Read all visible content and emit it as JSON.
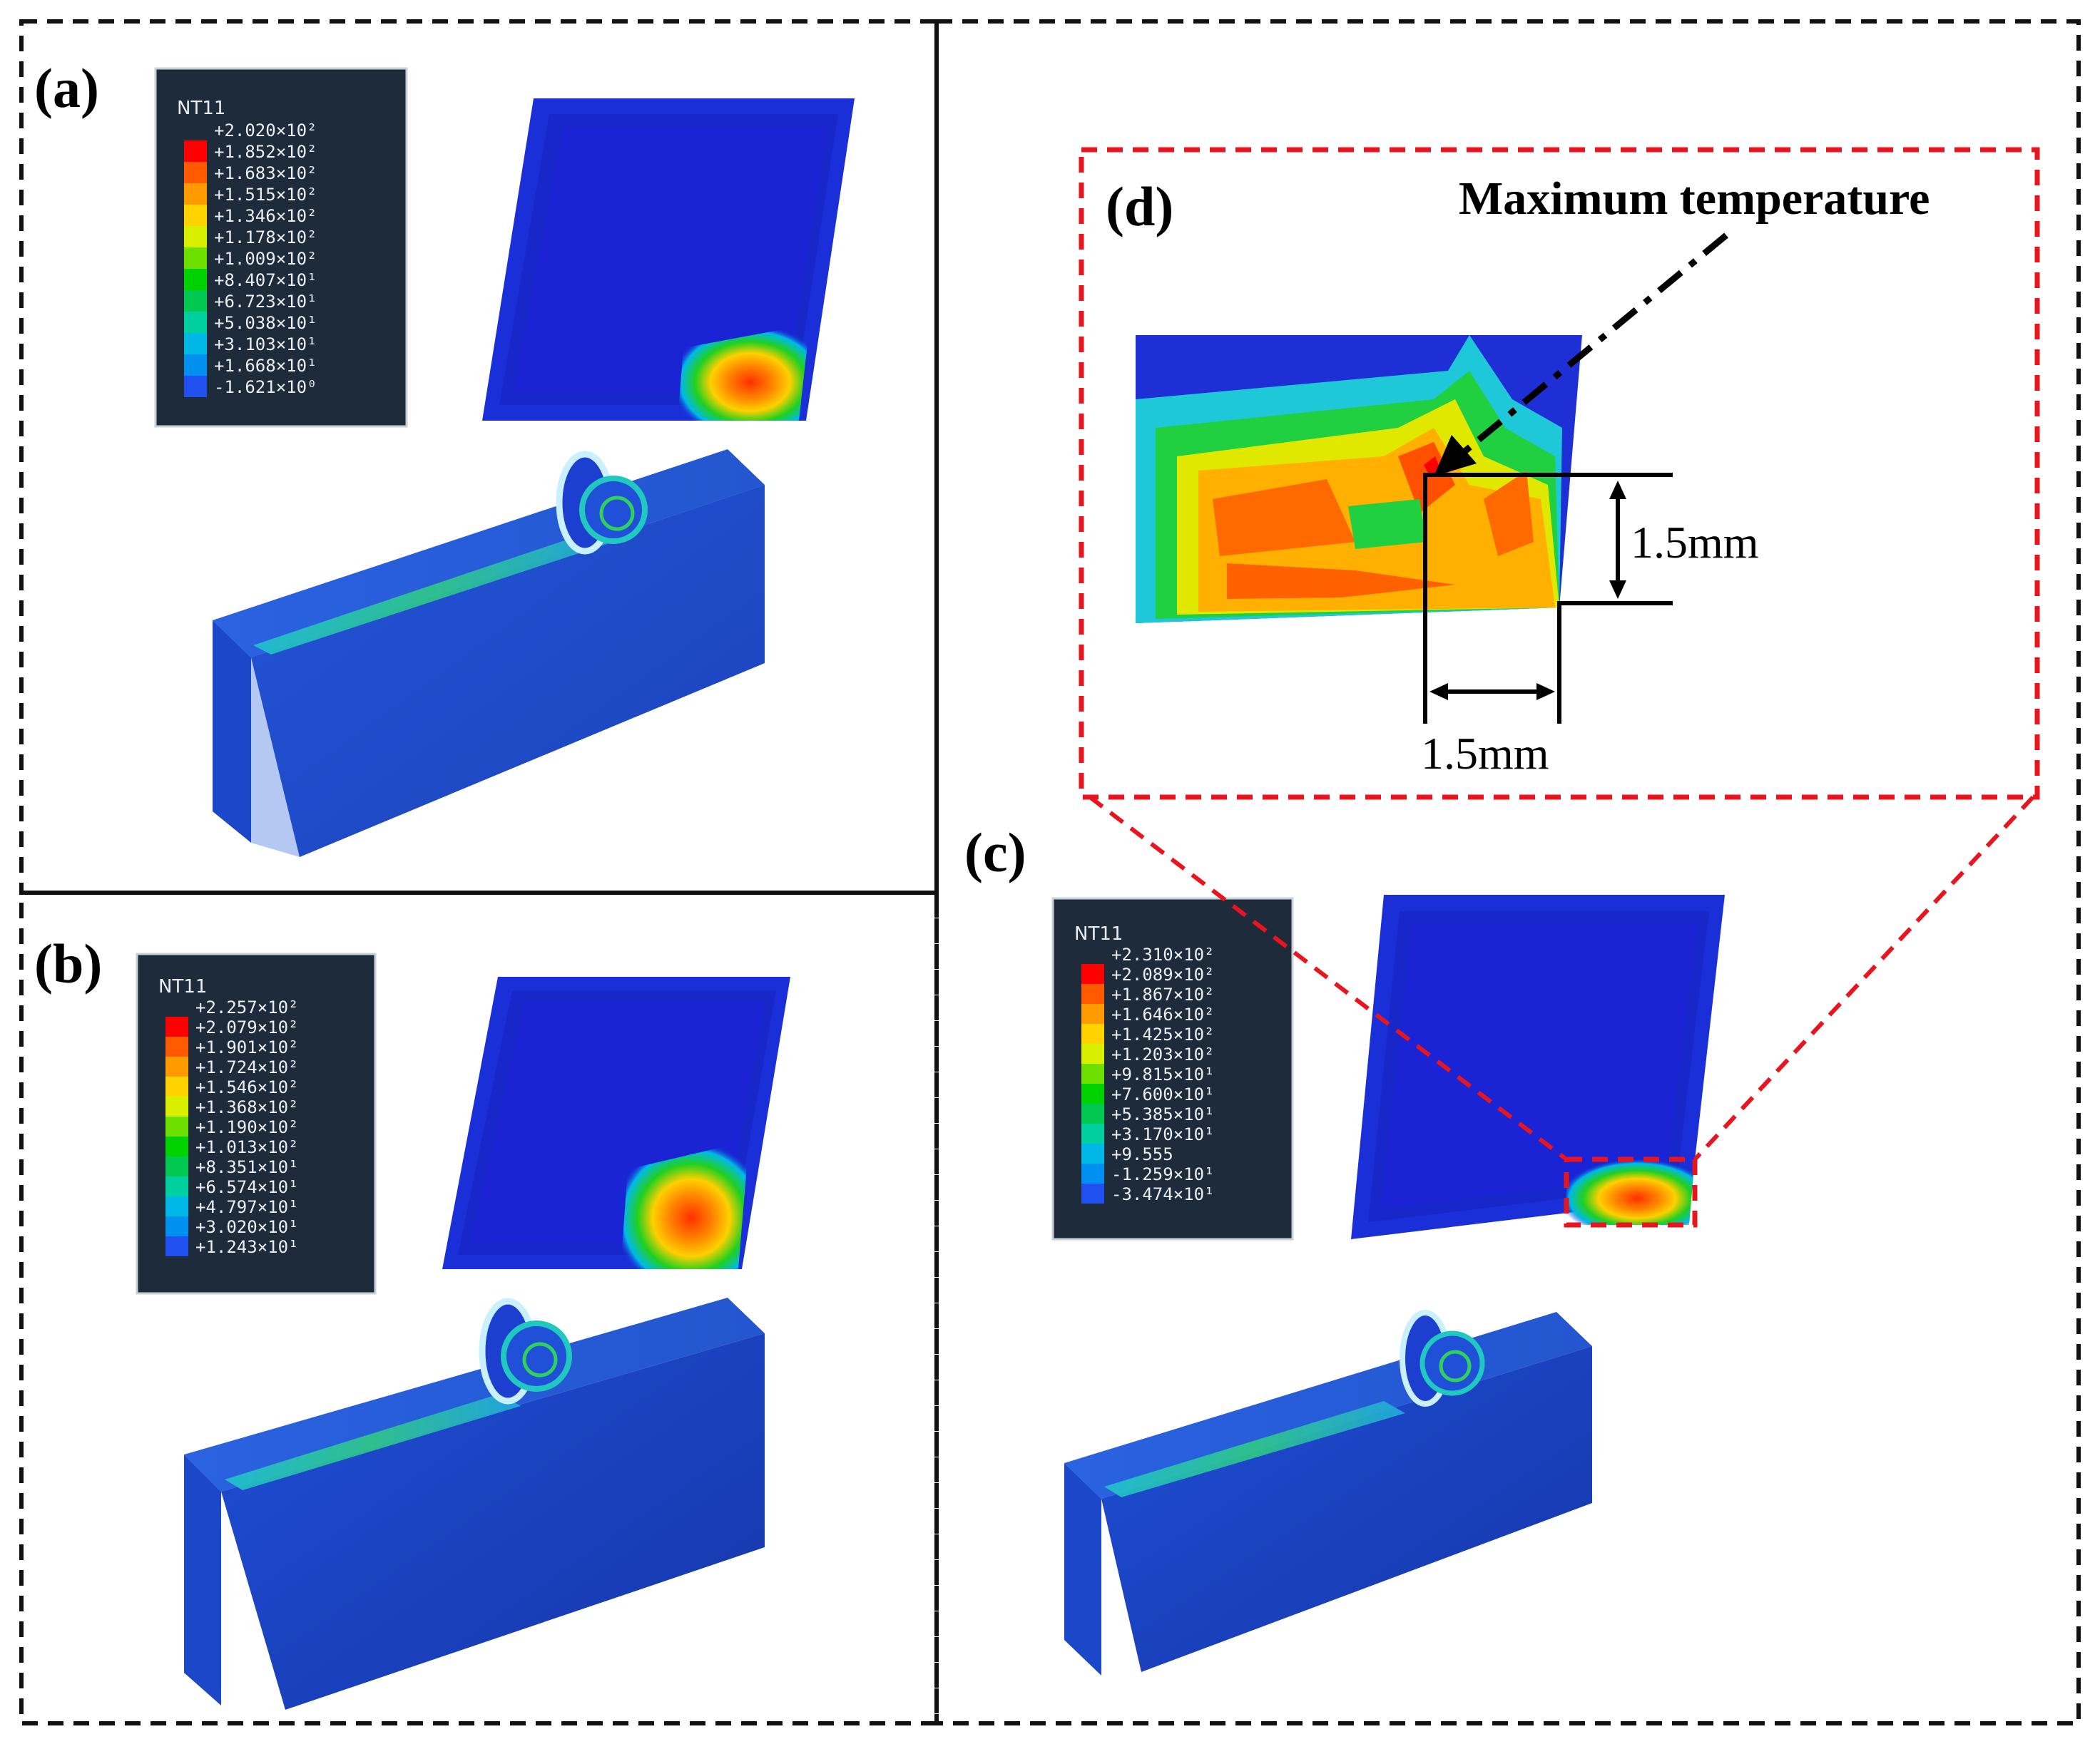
{
  "panels": {
    "a": {
      "label": "(a)",
      "legend": {
        "title": "NT11",
        "values": [
          "+2.020×10²",
          "+1.852×10²",
          "+1.683×10²",
          "+1.515×10²",
          "+1.346×10²",
          "+1.178×10²",
          "+1.009×10²",
          "+8.407×10¹",
          "+6.723×10¹",
          "+5.038×10¹",
          "+3.103×10¹",
          "+1.668×10¹",
          "-1.621×10⁰"
        ]
      }
    },
    "b": {
      "label": "(b)",
      "legend": {
        "title": "NT11",
        "values": [
          "+2.257×10²",
          "+2.079×10²",
          "+1.901×10²",
          "+1.724×10²",
          "+1.546×10²",
          "+1.368×10²",
          "+1.190×10²",
          "+1.013×10²",
          "+8.351×10¹",
          "+6.574×10¹",
          "+4.797×10¹",
          "+3.020×10¹",
          "+1.243×10¹"
        ]
      }
    },
    "c": {
      "label": "(c)",
      "legend": {
        "title": "NT11",
        "values": [
          "+2.310×10²",
          "+2.089×10²",
          "+1.867×10²",
          "+1.646×10²",
          "+1.425×10²",
          "+1.203×10²",
          "+9.815×10¹",
          "+7.600×10¹",
          "+5.385×10¹",
          "+3.170×10¹",
          "+9.555",
          "-1.259×10¹",
          "-3.474×10¹"
        ]
      }
    },
    "d": {
      "label": "(d)",
      "annotation": "Maximum temperature",
      "dim_vertical": "1.5mm",
      "dim_horizontal": "1.5mm"
    }
  },
  "colors": {
    "legend_scale": [
      "#ff0000",
      "#ff5a00",
      "#ff9a00",
      "#ffd200",
      "#d8f000",
      "#6ee000",
      "#00d200",
      "#00c850",
      "#00d0a0",
      "#00b8e8",
      "#0090f0",
      "#2050f0",
      "#0010e0"
    ],
    "tool_blue": "#1a2fd8",
    "workpiece_blue": "#1c3fc2",
    "highlight_red": "#e8141e"
  }
}
